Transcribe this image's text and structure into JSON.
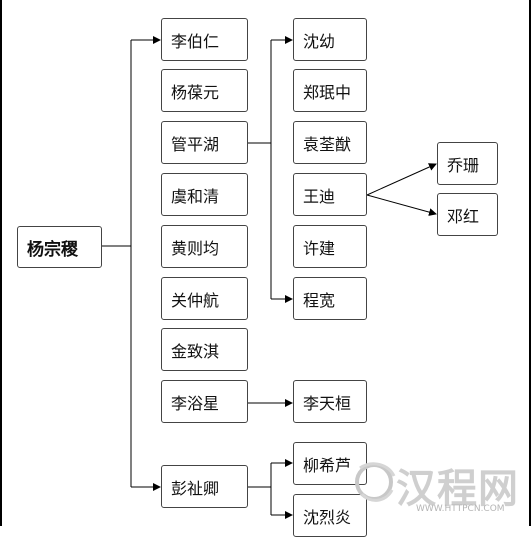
{
  "root": {
    "label": "杨宗稷"
  },
  "level1": [
    {
      "label": "李伯仁"
    },
    {
      "label": "杨葆元"
    },
    {
      "label": "管平湖"
    },
    {
      "label": "虞和清"
    },
    {
      "label": "黄则均"
    },
    {
      "label": "关仲航"
    },
    {
      "label": "金致淇"
    },
    {
      "label": "李浴星"
    },
    {
      "label": "彭祉卿"
    }
  ],
  "guan_pinghu_students": [
    {
      "label": "沈幼"
    },
    {
      "label": "郑珉中"
    },
    {
      "label": "袁荃猷"
    },
    {
      "label": "王迪"
    },
    {
      "label": "许建"
    },
    {
      "label": "程宽"
    }
  ],
  "wang_di_students": [
    {
      "label": "乔珊"
    },
    {
      "label": "邓红"
    }
  ],
  "li_yuxing_students": [
    {
      "label": "李天桓"
    }
  ],
  "peng_zhiqing_students": [
    {
      "label": "柳希芦"
    },
    {
      "label": "沈烈炎"
    }
  ],
  "watermark": {
    "text": "汉程网",
    "url": "WWW.HTTPCN.COM"
  }
}
